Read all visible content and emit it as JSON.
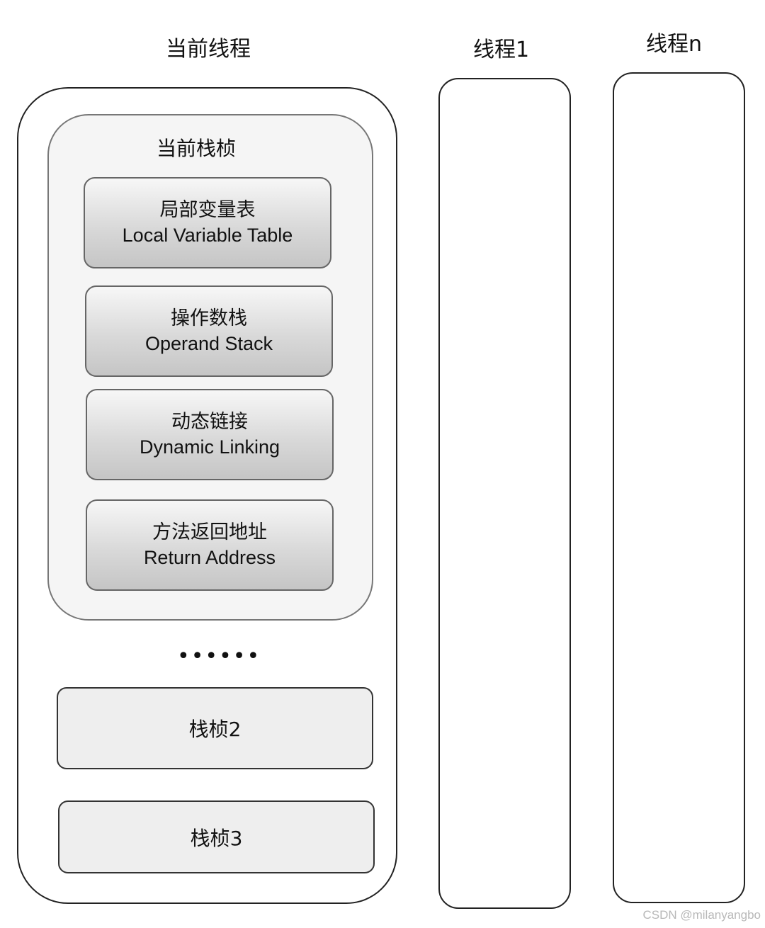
{
  "threads": {
    "current": {
      "title": "当前线程",
      "frame": {
        "title": "当前栈桢",
        "slots": [
          {
            "cn": "局部变量表",
            "en": "Local Variable Table"
          },
          {
            "cn": "操作数栈",
            "en": "Operand Stack"
          },
          {
            "cn": "动态链接",
            "en": "Dynamic Linking"
          },
          {
            "cn": "方法返回地址",
            "en": "Return Address"
          }
        ]
      },
      "ellipsis": "••••••",
      "other_frames": [
        "栈桢2",
        "栈桢3"
      ]
    },
    "thread1": {
      "title": "线程1"
    },
    "threadN": {
      "title": "线程n"
    }
  },
  "watermark": "CSDN @milanyangbo"
}
